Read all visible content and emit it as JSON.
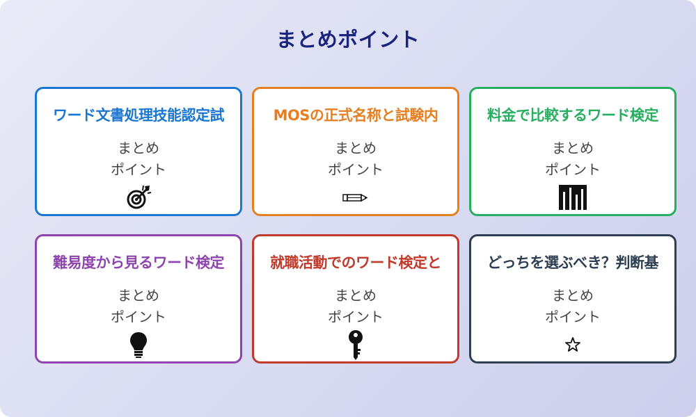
{
  "title": "まとめポイント",
  "cards": [
    {
      "title": "ワード文書処理技能認定試",
      "sub1": "まとめ",
      "sub2": "ポイント",
      "color": "#1976d2",
      "icon": "target-icon"
    },
    {
      "title": "MOSの正式名称と試験内",
      "sub1": "まとめ",
      "sub2": "ポイント",
      "color": "#e67e22",
      "icon": "pencil-icon"
    },
    {
      "title": "料金で比較するワード検定",
      "sub1": "まとめ",
      "sub2": "ポイント",
      "color": "#27ae60",
      "icon": "bar-chart-icon"
    },
    {
      "title": "難易度から見るワード検定",
      "sub1": "まとめ",
      "sub2": "ポイント",
      "color": "#8e44ad",
      "icon": "lightbulb-icon"
    },
    {
      "title": "就職活動でのワード検定と",
      "sub1": "まとめ",
      "sub2": "ポイント",
      "color": "#c0392b",
      "icon": "key-icon"
    },
    {
      "title": "どっちを選ぶべき？判断基",
      "sub1": "まとめ",
      "sub2": "ポイント",
      "color": "#2c3e50",
      "icon": "star-icon"
    }
  ]
}
